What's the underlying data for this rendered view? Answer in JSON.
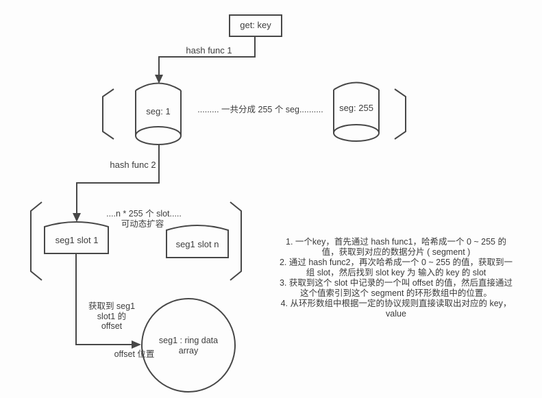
{
  "diagram": {
    "get_key": "get: key",
    "hash_func_1": "hash func 1",
    "seg_1": "seg: 1",
    "seg_count": "......... 一共分成 255 个 seg..........",
    "seg_255": "seg: 255",
    "hash_func_2": "hash func 2",
    "slot_count": "....n * 255 个 slot.....",
    "slot_expand": "可动态扩容",
    "slot_1": "seg1 slot 1",
    "slot_n": "seg1 slot n",
    "offset_note": [
      "获取到 seg1",
      "slot1 的",
      "offset"
    ],
    "offset_position": "offset 位置",
    "ring": [
      "seg1 : ring data",
      "array"
    ],
    "notes": [
      "1. 一个key，首先通过 hash func1，哈希成一个 0 ~ 255 的",
      "值，获取到对应的数据分片 ( segment )",
      "2. 通过 hash func2，再次哈希成一个 0 ~ 255 的值，获取到一",
      "组 slot，然后找到 slot key 为 输入的 key 的 slot",
      "3. 获取到这个 slot 中记录的一个叫 offset 的值，然后直接通过",
      "这个值索引到这个 segment 的环形数组中的位置。",
      "4. 从环形数组中根据一定的协议规则直接读取出对应的 key，",
      "value"
    ]
  },
  "colors": {
    "stroke": "#474747",
    "text": "#3d3d3d",
    "background": "#fdfdfd"
  }
}
